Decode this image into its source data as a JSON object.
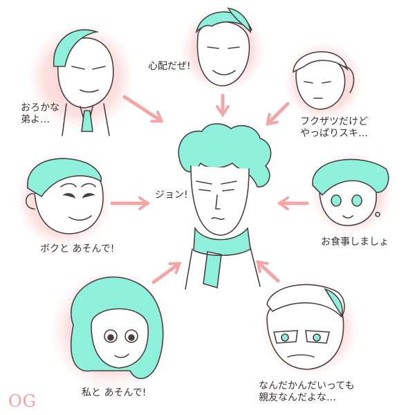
{
  "colors": {
    "blush": "#f9c9c9",
    "hair": "#8ff0dc",
    "line": "#4a3f3f",
    "arrow": "#f4a6a6"
  },
  "center": {
    "label": "ジョン!"
  },
  "characters": [
    {
      "id": "mycroft",
      "lines": [
        "おろかな",
        "弟よ…"
      ]
    },
    {
      "id": "lestrade",
      "lines": [
        "心配だぜ!"
      ]
    },
    {
      "id": "molly",
      "lines": [
        "フクザツだけど",
        "やっぱりスキ…"
      ]
    },
    {
      "id": "moriarty",
      "lines": [
        "ボクと あそんで!"
      ]
    },
    {
      "id": "mrs-hudson",
      "lines": [
        "お食事しましょ"
      ]
    },
    {
      "id": "irene",
      "lines": [
        "私と あそんで!"
      ]
    },
    {
      "id": "magnussen",
      "lines": [
        "なんだかんだいっても",
        "親友なんだよな…"
      ]
    }
  ],
  "signature": "OG"
}
